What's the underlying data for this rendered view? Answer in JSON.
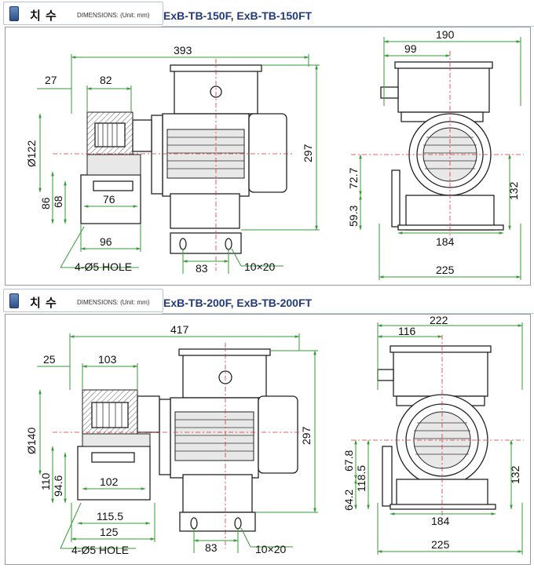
{
  "sections": [
    {
      "header_title": "치 수",
      "header_sub": "DIMENSIONS: (Unit: mm)",
      "model": "ExB-TB-150F, ExB-TB-150FT",
      "dims": {
        "overall_length": "393",
        "d27": "27",
        "d82": "82",
        "dia122": "Ø122",
        "d86": "86",
        "d68": "68",
        "d76": "76",
        "d96": "96",
        "hole": "4-Ø5 HOLE",
        "d83": "83",
        "slot": "10×20",
        "height": "297",
        "width_top": "190",
        "d99": "99",
        "d72_7": "72.7",
        "d59_3": "59.3",
        "d132": "132",
        "d184": "184",
        "d225": "225"
      }
    },
    {
      "header_title": "치 수",
      "header_sub": "DIMENSIONS: (Unit: mm)",
      "model": "ExB-TB-200F, ExB-TB-200FT",
      "dims": {
        "overall_length": "417",
        "d25": "25",
        "d103": "103",
        "dia140": "Ø140",
        "d110": "110",
        "d94_6": "94.6",
        "d102": "102",
        "d115_5": "115.5",
        "d125": "125",
        "hole": "4-Ø5 HOLE",
        "d83": "83",
        "slot": "10×20",
        "height": "297",
        "width_top": "222",
        "d116": "116",
        "d67_8": "67.8",
        "d118_5": "118.5",
        "d64_2": "64.2",
        "d132": "132",
        "d184": "184",
        "d225": "225"
      }
    }
  ]
}
